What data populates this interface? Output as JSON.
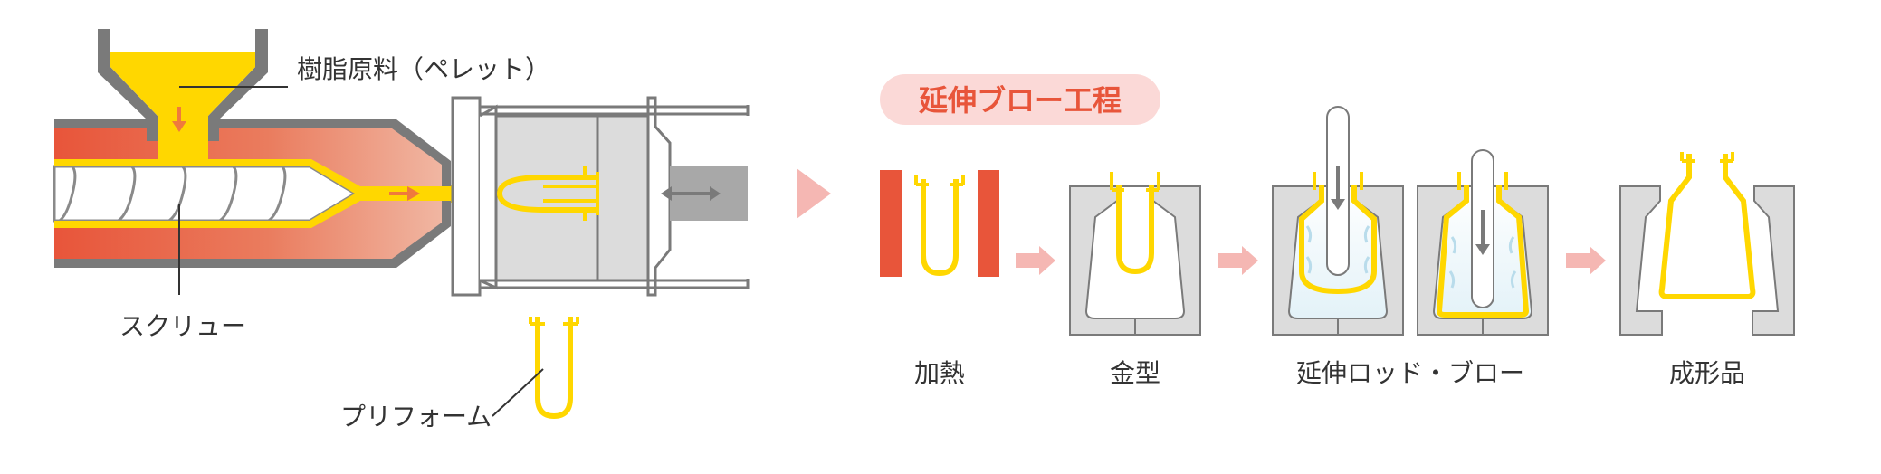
{
  "labels": {
    "resin": "樹脂原料（ペレット）",
    "screw": "スクリュー",
    "preform": "プリフォーム"
  },
  "process": {
    "title": "延伸ブロー工程",
    "steps": [
      "加熱",
      "金型",
      "延伸ロッド・ブロー",
      "成形品"
    ]
  },
  "colors": {
    "yellow": "#ffd700",
    "barrel_hot": "#e8553a",
    "gray": "#7a7a7a",
    "mold": "#dcdcdc",
    "arrow_pink": "#f5b7b3",
    "pill_bg": "#fbd9d7",
    "pill_text": "#e8553a"
  }
}
